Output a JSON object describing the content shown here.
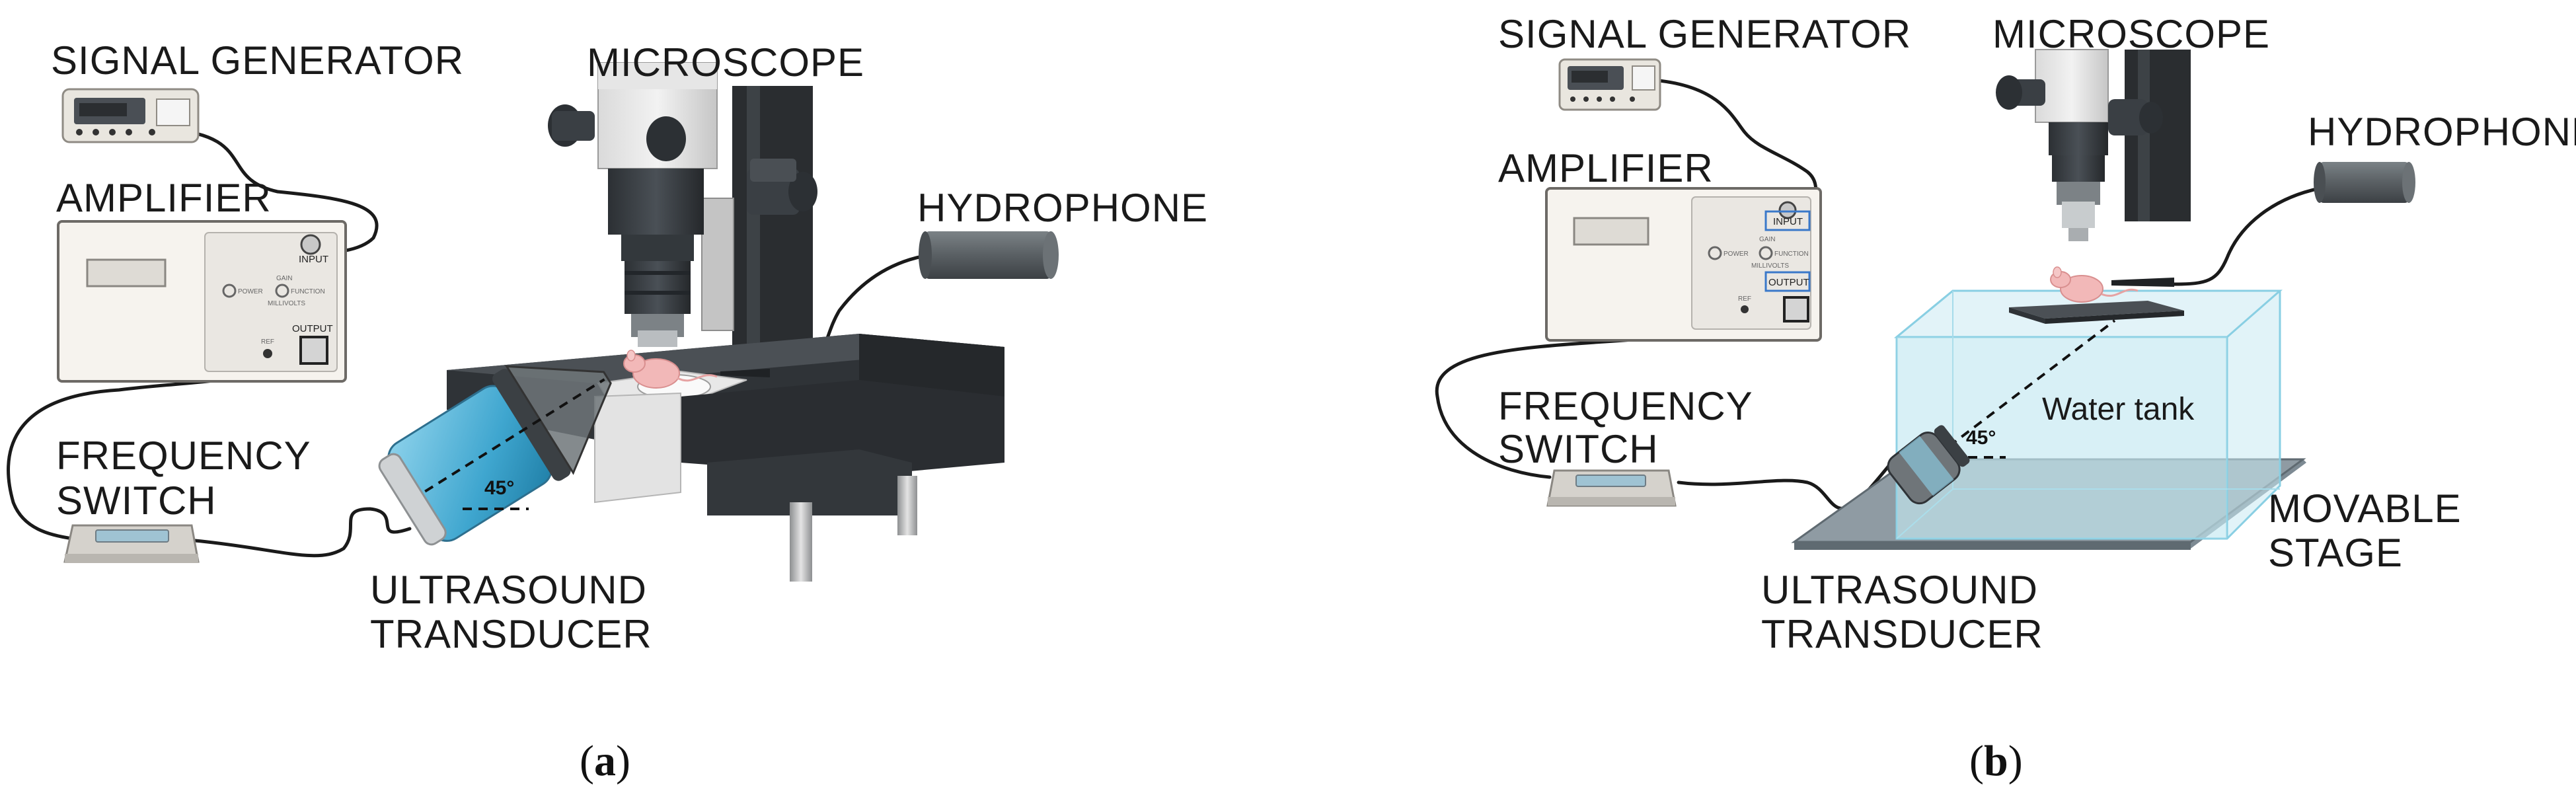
{
  "panel_a": {
    "signal_generator": "SIGNAL GENERATOR",
    "microscope": "MICROSCOPE",
    "amplifier": "AMPLIFIER",
    "hydrophone": "HYDROPHONE",
    "frequency_switch": [
      "FREQUENCY",
      "SWITCH"
    ],
    "ultrasound_transducer": [
      "ULTRASOUND",
      "TRANSDUCER"
    ],
    "angle": "45°",
    "amp_input": "INPUT",
    "amp_output": "OUTPUT",
    "caption": "a"
  },
  "panel_b": {
    "signal_generator": "SIGNAL GENERATOR",
    "microscope": "MICROSCOPE",
    "hydrophone": "HYDROPHONE",
    "amplifier": "AMPLIFIER",
    "frequency_switch": [
      "FREQUENCY",
      "SWITCH"
    ],
    "water_tank": "Water tank",
    "angle": "45°",
    "movable_stage": [
      "MOVABLE",
      "STAGE"
    ],
    "ultrasound_transducer": [
      "ULTRASOUND",
      "TRANSDUCER"
    ],
    "amp_input": "INPUT",
    "amp_output": "OUTPUT",
    "caption": "b"
  },
  "amp_panel": {
    "power": "POWER",
    "gain": "GAIN",
    "function": "FUNCTION",
    "millivolts": "MILLIVOLTS",
    "ref": "REF"
  },
  "colors": {
    "line": "#1a1a1a",
    "water": "#5fb9dc",
    "tank": "#c8e9f2",
    "stage": "#7d8a93",
    "mouse": "#f2b8b8",
    "device": "#e9e6df",
    "hydrophone": "#555b60"
  }
}
